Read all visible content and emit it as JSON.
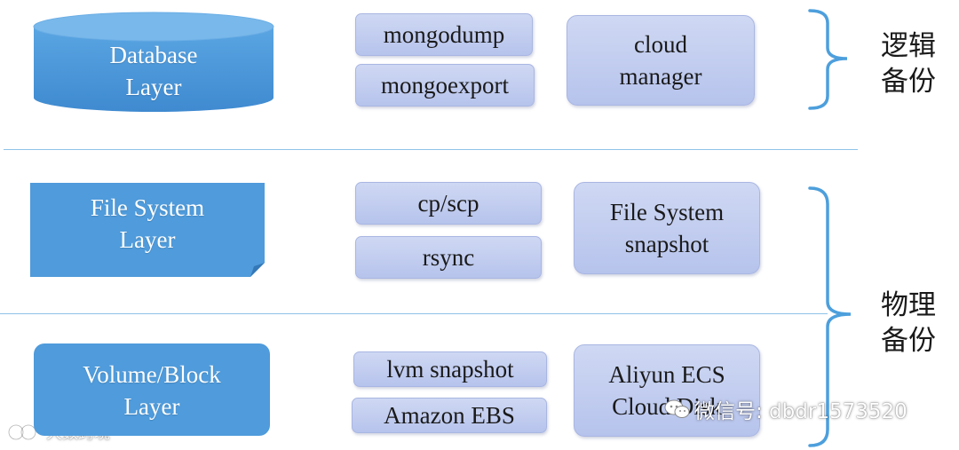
{
  "layers": {
    "database": {
      "line1": "Database",
      "line2": "Layer"
    },
    "filesystem": {
      "line1": "File System",
      "line2": "Layer"
    },
    "volume": {
      "line1": "Volume/Block",
      "line2": "Layer"
    }
  },
  "tools": {
    "mongodump": "mongodump",
    "mongoexport": "mongoexport",
    "cp_scp": "cp/scp",
    "rsync": "rsync",
    "lvm_snapshot": "lvm snapshot",
    "amazon_ebs": "Amazon EBS"
  },
  "snapshots": {
    "cloud_manager": {
      "line1": "cloud",
      "line2": "manager"
    },
    "fs_snapshot": {
      "line1": "File System",
      "line2": "snapshot"
    },
    "aliyun": {
      "line1": "Aliyun ECS",
      "line2": "Cloud Disk"
    }
  },
  "categories": {
    "logical": {
      "line1": "逻辑",
      "line2": "备份"
    },
    "physical": {
      "line1": "物理",
      "line2": "备份"
    }
  },
  "watermarks": {
    "wechat": "微信号: dbdr1573520",
    "brand": "大数跨境"
  },
  "colors": {
    "layer_blue": "#4f9bdb",
    "tool_fill": "#c2cdef",
    "divider": "#8ec3e8",
    "brace": "#4d9fdc"
  }
}
